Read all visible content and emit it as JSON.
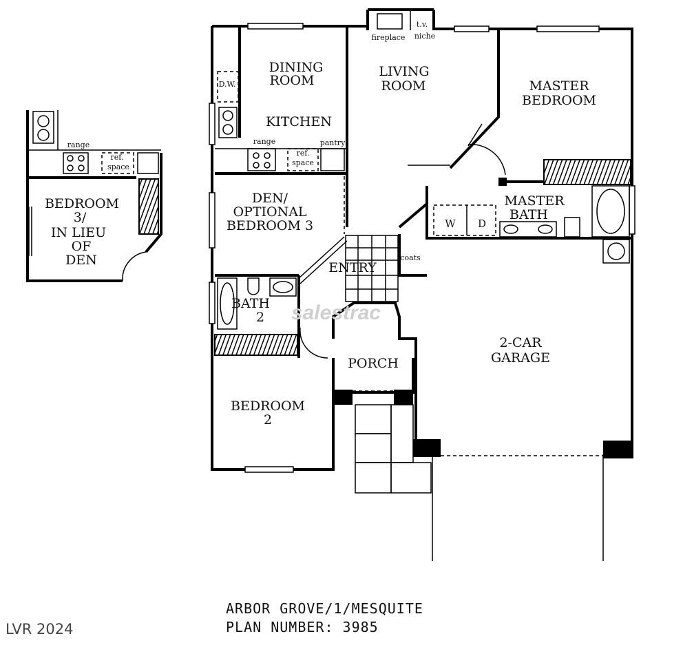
{
  "rooms": {
    "dining_l1": "DINING",
    "dining_l2": "ROOM",
    "living_l1": "LIVING",
    "living_l2": "ROOM",
    "master_bed_l1": "MASTER",
    "master_bed_l2": "BEDROOM",
    "kitchen": "KITCHEN",
    "den_l1": "DEN/",
    "den_l2": "OPTIONAL",
    "den_l3": "BEDROOM 3",
    "master_bath_l1": "MASTER",
    "master_bath_l2": "BATH",
    "entry": "ENTRY",
    "bath2_l1": "BATH",
    "bath2_l2": "2",
    "porch": "PORCH",
    "garage_l1": "2-CAR",
    "garage_l2": "GARAGE",
    "bedroom2_l1": "BEDROOM",
    "bedroom2_l2": "2",
    "alt_bed_l1": "BEDROOM",
    "alt_bed_l2": "3/",
    "alt_bed_l3": "IN LIEU",
    "alt_bed_l4": "OF",
    "alt_bed_l5": "DEN"
  },
  "fixtures": {
    "fireplace": "fireplace",
    "tv_l1": "t.v.",
    "tv_l2": "niche",
    "dw": "D.W.",
    "range": "range",
    "ref_l1": "ref.",
    "ref_l2": "space",
    "pantry": "pantry",
    "alt_range": "range",
    "alt_ref_l1": "ref.",
    "alt_ref_l2": "space",
    "washer": "W",
    "dryer": "D",
    "coats": "coats"
  },
  "caption": {
    "line1": "ARBOR GROVE/1/MESQUITE",
    "line2": "PLAN NUMBER: 3985"
  },
  "corner_mark": "LVR 2024",
  "watermark": "salestrac"
}
